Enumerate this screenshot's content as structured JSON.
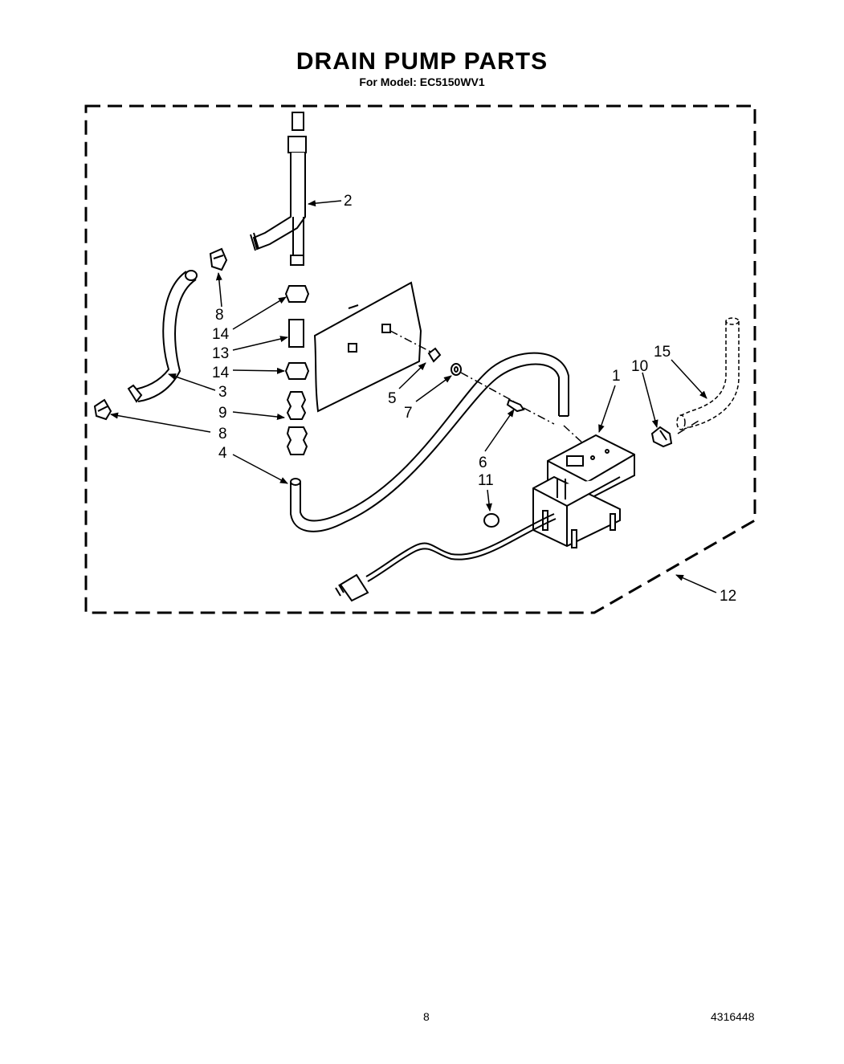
{
  "header": {
    "title": "DRAIN PUMP PARTS",
    "subtitle": "For Model: EC5150WV1"
  },
  "callouts": {
    "c1": "1",
    "c2": "2",
    "c3": "3",
    "c4": "4",
    "c5": "5",
    "c6": "6",
    "c7": "7",
    "c8a": "8",
    "c8b": "8",
    "c9": "9",
    "c10": "10",
    "c11": "11",
    "c12": "12",
    "c13": "13",
    "c14a": "14",
    "c14b": "14",
    "c15": "15"
  },
  "footer": {
    "page_number": "8",
    "document_number": "4316448"
  }
}
